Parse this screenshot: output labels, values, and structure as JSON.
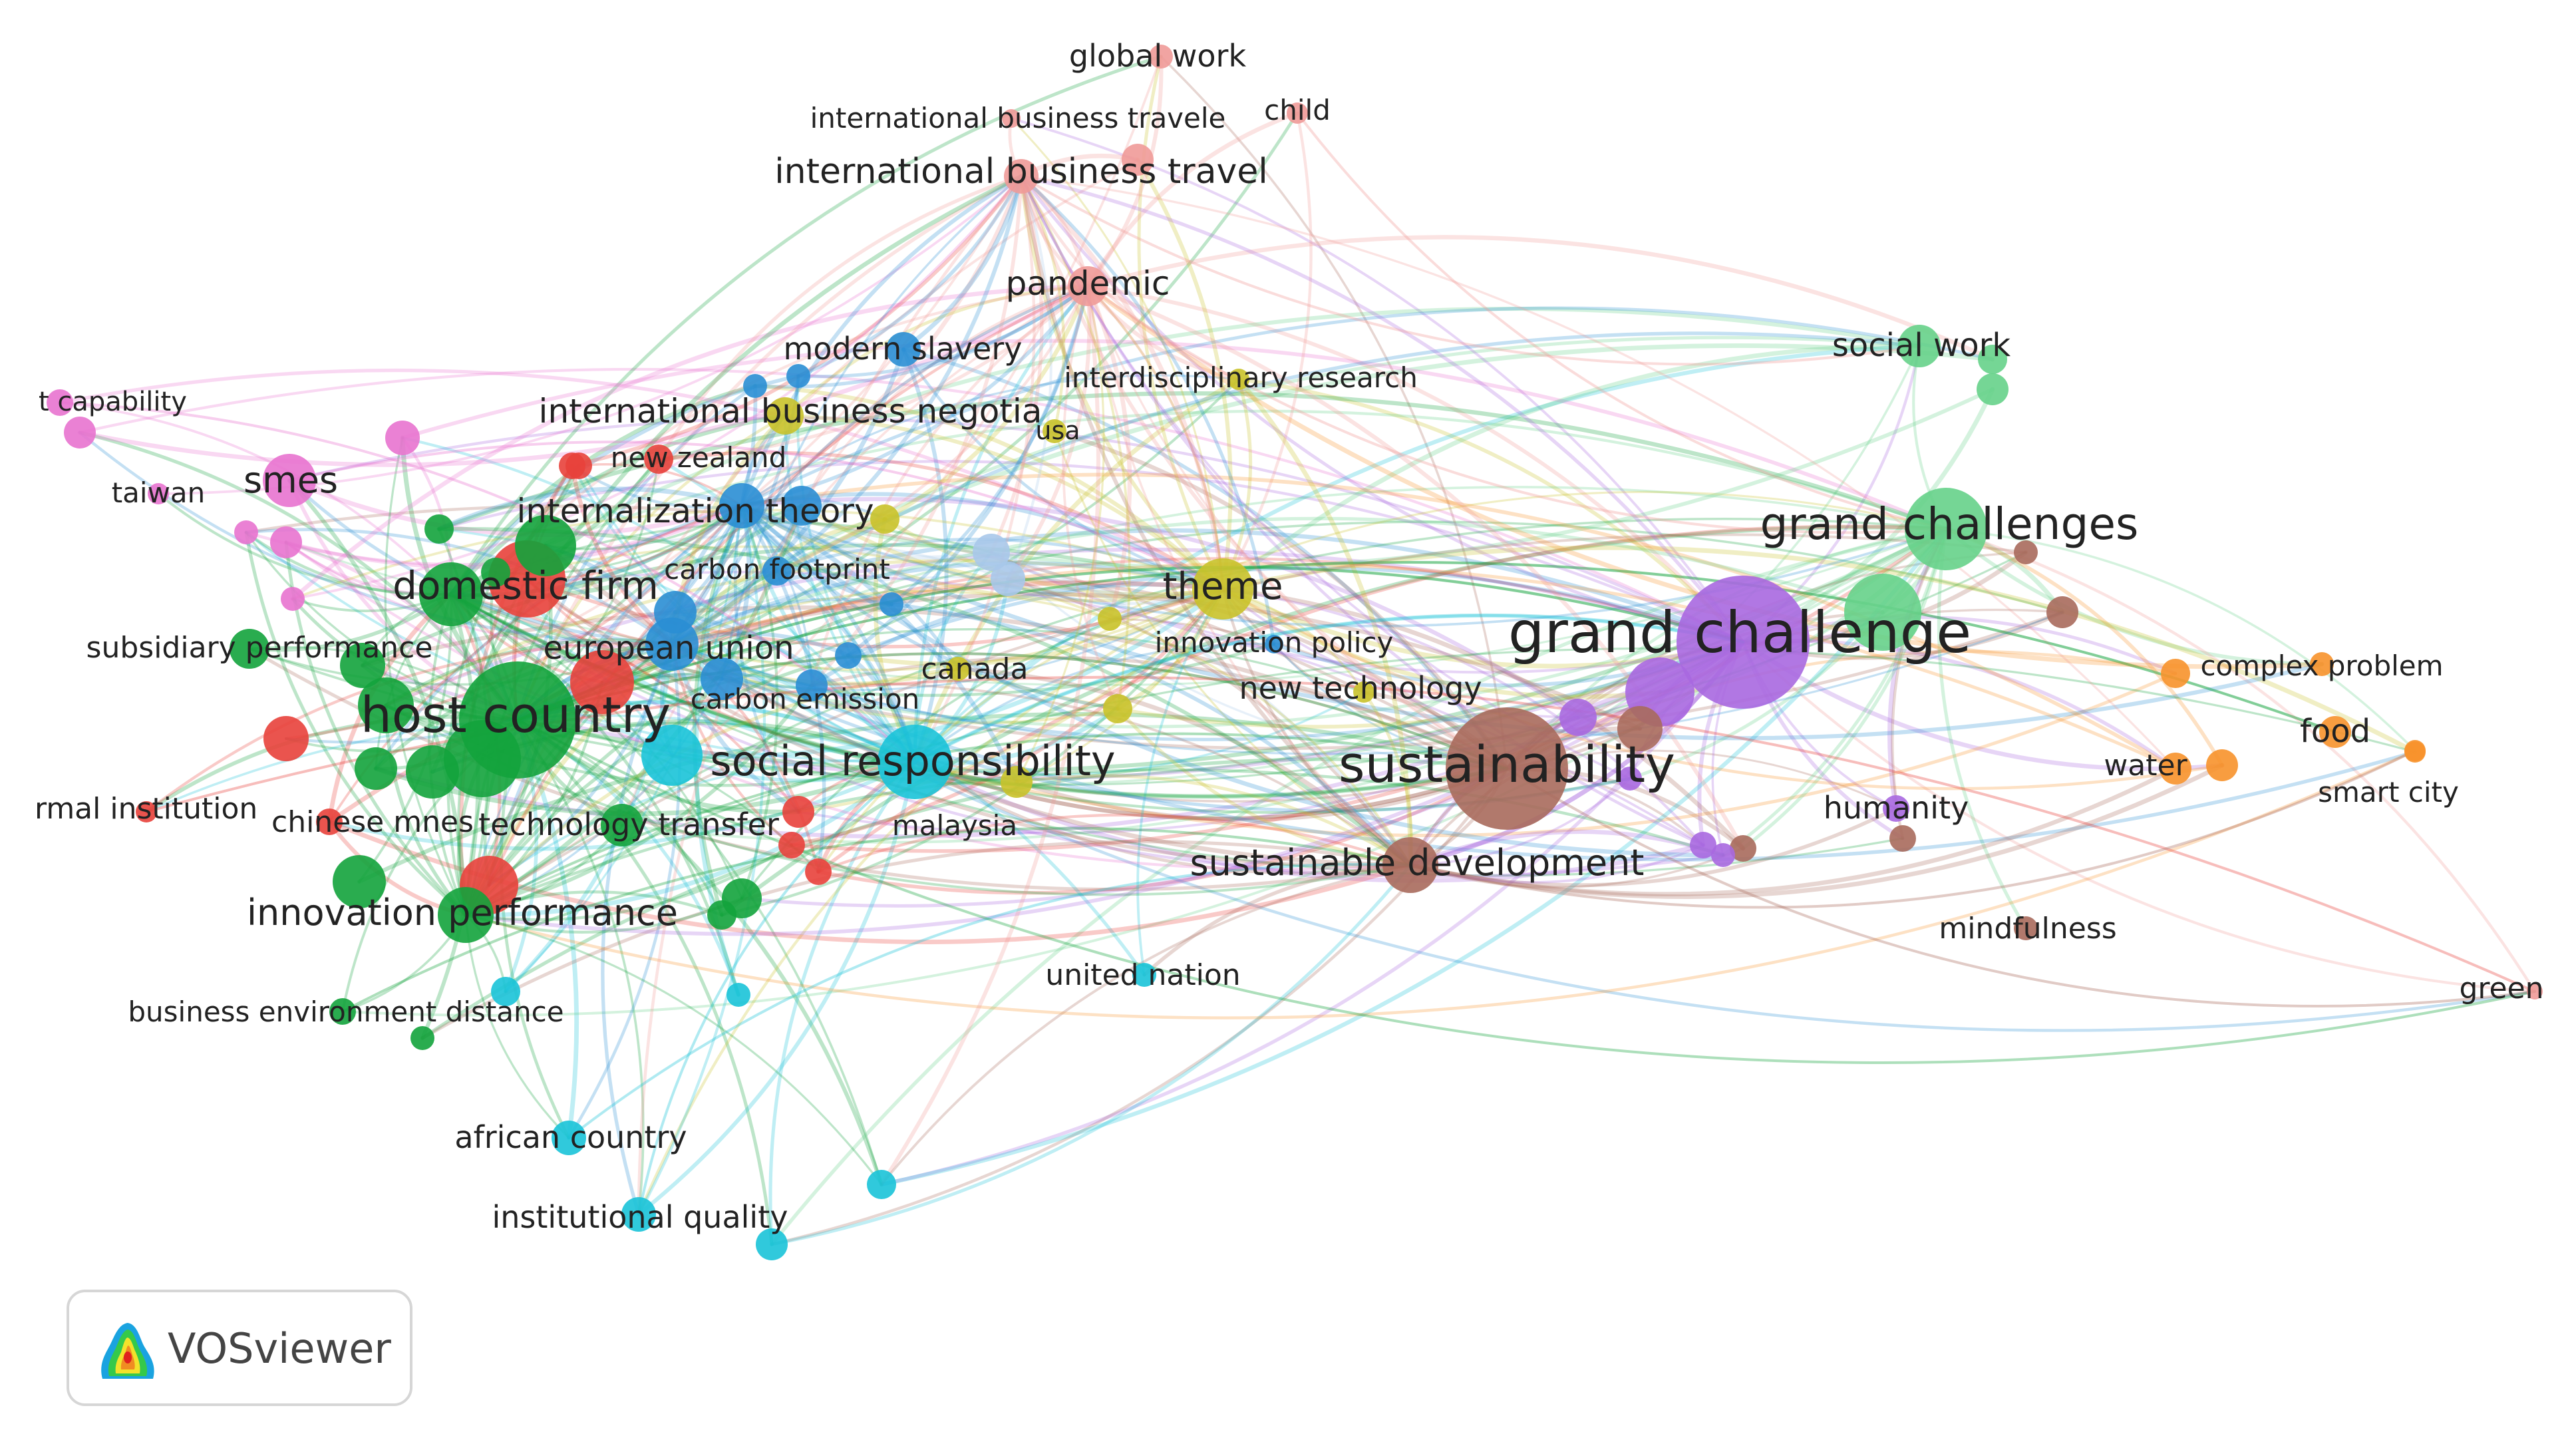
{
  "app": {
    "badge_text": "VOSviewer",
    "logo_icon": "vosviewer-heatmap-logo-icon"
  },
  "cluster_colors": {
    "red": "#e8413b",
    "green": "#13a33c",
    "blue": "#2a8ed4",
    "yellow": "#c9c22a",
    "purple": "#a868e0",
    "cyan": "#19c3d8",
    "orange": "#f7922b",
    "brown": "#a86a5c",
    "pink": "#e873cf",
    "salmon": "#f09a98",
    "lightgreen": "#66d18a",
    "lightblue": "#a8c8ea"
  },
  "labels": {
    "global_work": "global work",
    "international_business_travele": "international business travele",
    "child": "child",
    "international_business_travel": "international business travel",
    "pandemic": "pandemic",
    "modern_slavery": "modern slavery",
    "interdisciplinary_research": "interdisciplinary research",
    "social_work": "social work",
    "capability": "t capability",
    "international_business_negotia": "international business negotia",
    "usa": "usa",
    "new_zealand": "new zealand",
    "taiwan": "taiwan",
    "smes": "smes",
    "internalization_theory": "internalization theory",
    "grand_challenges": "grand challenges",
    "carbon_footprint": "carbon footprint",
    "domestic_firm": "domestic firm",
    "theme": "theme",
    "grand_challenge": "grand challenge",
    "subsidiary_performance": "subsidiary performance",
    "european_union": "european union",
    "innovation_policy": "innovation policy",
    "complex_problem": "complex problem",
    "canada": "canada",
    "new_technology": "new technology",
    "carbon_emission": "carbon emission",
    "food": "food",
    "host_country": "host country",
    "social_responsibility": "social responsibility",
    "sustainability": "sustainability",
    "water": "water",
    "smart_city": "smart city",
    "formal_institution": "rmal institution",
    "chinese_mnes": "chinese mnes",
    "technology_transfer": "technology transfer",
    "malaysia": "malaysia",
    "humanity": "humanity",
    "sustainable_development": "sustainable development",
    "innovation_performance": "innovation performance",
    "mindfulness": "mindfulness",
    "united_nation": "united nation",
    "green": "green",
    "business_environment_distance": "business environment distance",
    "african_country": "african country",
    "institutional_quality": "institutional quality"
  }
}
